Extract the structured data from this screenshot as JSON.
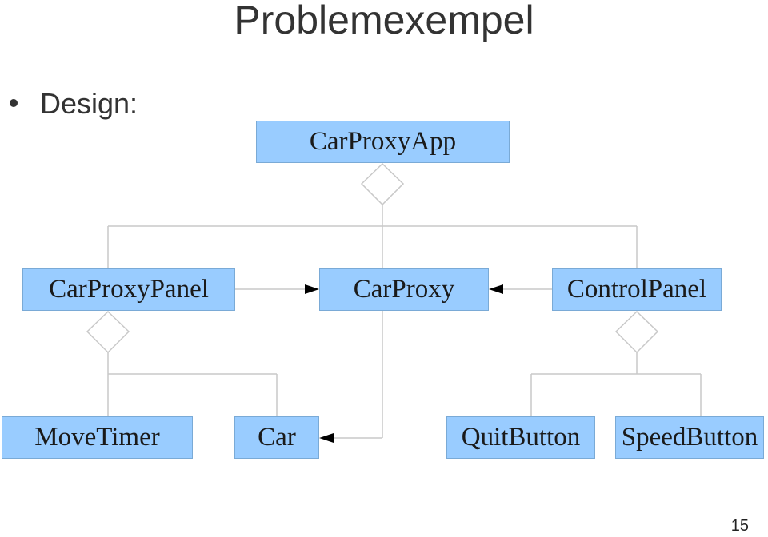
{
  "slide": {
    "title": "Problemexempel",
    "bullet": "Design:",
    "page_number": "15"
  },
  "diagram": {
    "classes": {
      "car_proxy_app": "CarProxyApp",
      "car_proxy_panel": "CarProxyPanel",
      "car_proxy": "CarProxy",
      "control_panel": "ControlPanel",
      "move_timer": "MoveTimer",
      "car": "Car",
      "quit_button": "QuitButton",
      "speed_button": "SpeedButton"
    },
    "colors": {
      "box_fill": "#99ccff",
      "line": "#c8c8c8",
      "arrowhead": "#000000"
    }
  }
}
